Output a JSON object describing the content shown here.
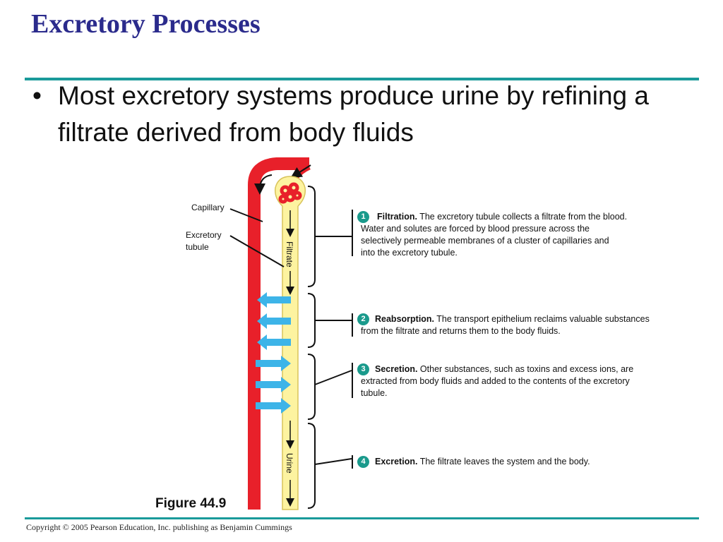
{
  "slide": {
    "title": "Excretory Processes",
    "bullet": "Most excretory systems produce urine by refining a filtrate derived from body fluids",
    "figure_label": "Figure 44.9",
    "copyright": "Copyright © 2005 Pearson Education, Inc. publishing as Benjamin Cummings"
  },
  "diagram": {
    "labels": {
      "capillary": "Capillary",
      "excretory_tubule_1": "Excretory",
      "excretory_tubule_2": "tubule",
      "filtrate": "Filtrate",
      "urine": "Urine"
    },
    "steps": [
      {
        "number": "1",
        "title": "Filtration.",
        "lines": [
          "The excretory tubule collects a filtrate from the blood.",
          "Water and solutes are forced by blood pressure across the",
          "selectively permeable membranes of a cluster of capillaries and",
          "into the excretory tubule."
        ]
      },
      {
        "number": "2",
        "title": "Reabsorption.",
        "lines": [
          "The transport epithelium reclaims valuable substances",
          "from the filtrate and returns them to the body fluids."
        ]
      },
      {
        "number": "3",
        "title": "Secretion.",
        "lines": [
          "Other substances, such as toxins and excess ions, are",
          "extracted from body fluids and added to the contents of the excretory",
          "tubule."
        ]
      },
      {
        "number": "4",
        "title": "Excretion.",
        "lines": [
          "The filtrate leaves the system and the body."
        ]
      }
    ],
    "colors": {
      "capillary": "#e8202a",
      "tubule": "#fdf3a0",
      "exchange_arrows": "#3db4e8",
      "step_badge": "#1a9a8c",
      "title": "#2b2b8c",
      "rule": "#1a9a9a"
    }
  }
}
